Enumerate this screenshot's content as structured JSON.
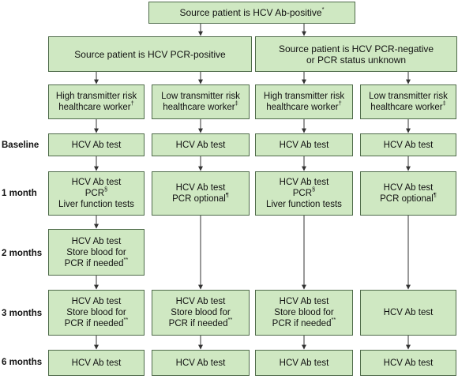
{
  "top": {
    "text": "Source patient is HCV Ab-positive",
    "sup": "*"
  },
  "branches": {
    "left": {
      "text": "Source patient is HCV PCR-positive"
    },
    "right": {
      "line1": "Source patient is HCV PCR-negative",
      "line2": "or PCR status unknown"
    }
  },
  "risk": [
    {
      "line1": "High transmitter risk",
      "line2": "healthcare worker",
      "sup": "†"
    },
    {
      "line1": "Low transmitter risk",
      "line2": "healthcare worker",
      "sup": "‡"
    },
    {
      "line1": "High transmitter risk",
      "line2": "healthcare worker",
      "sup": "†"
    },
    {
      "line1": "Low transmitter risk",
      "line2": "healthcare worker",
      "sup": "‡"
    }
  ],
  "row_labels": {
    "baseline": "Baseline",
    "month1": "1 month",
    "month2": "2 months",
    "month3": "3 months",
    "month6": "6 months"
  },
  "baseline": [
    "HCV Ab test",
    "HCV Ab test",
    "HCV Ab test",
    "HCV Ab test"
  ],
  "month1": {
    "col1": {
      "line1": "HCV Ab test",
      "line2": "PCR",
      "line2_sup": "§",
      "line3": "Liver function tests"
    },
    "col2": {
      "line1": "HCV Ab test",
      "line2": "PCR optional",
      "line2_sup": "¶"
    },
    "col3": {
      "line1": "HCV Ab test",
      "line2": "PCR",
      "line2_sup": "§",
      "line3": "Liver function tests"
    },
    "col4": {
      "line1": "HCV Ab test",
      "line2": "PCR optional",
      "line2_sup": "¶"
    }
  },
  "month2": {
    "line1": "HCV Ab test",
    "line2": "Store blood for",
    "line3": "PCR if needed",
    "line3_sup": "**"
  },
  "month3": {
    "col1": {
      "line1": "HCV Ab test",
      "line2": "Store blood for",
      "line3": "PCR if needed",
      "line3_sup": "**"
    },
    "col2": {
      "line1": "HCV Ab test",
      "line2": "Store blood for",
      "line3": "PCR if needed",
      "line3_sup": "**"
    },
    "col3": {
      "line1": "HCV Ab test",
      "line2": "Store blood for",
      "line3": "PCR if needed",
      "line3_sup": "**"
    },
    "col4": {
      "line1": "HCV Ab test"
    }
  },
  "month6": [
    "HCV Ab test",
    "HCV Ab test",
    "HCV Ab test",
    "HCV Ab test"
  ],
  "colors": {
    "box_fill": "#cfe8c2",
    "box_border": "#4f6b4a",
    "connector": "#333333"
  }
}
